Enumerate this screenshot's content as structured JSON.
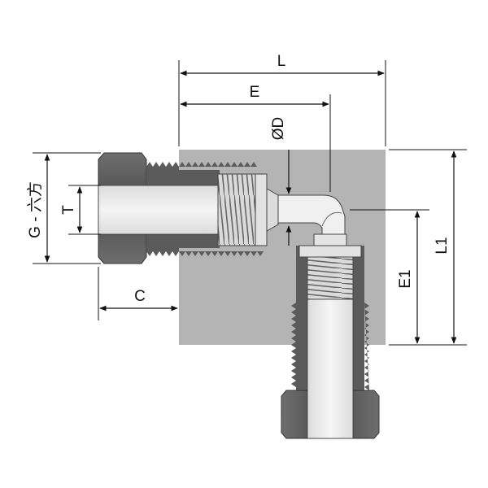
{
  "dimensions": {
    "L": "L",
    "E": "E",
    "D": "ØD",
    "L1": "L1",
    "E1": "E1",
    "C": "C",
    "T": "T",
    "G": "G - 六方"
  },
  "colors": {
    "body": "#b4b4b4",
    "metal_dark": "#575757",
    "metal_mid": "#7a7a7a",
    "metal_light": "#d8d8d8",
    "line": "#111111",
    "background": "#ffffff"
  }
}
